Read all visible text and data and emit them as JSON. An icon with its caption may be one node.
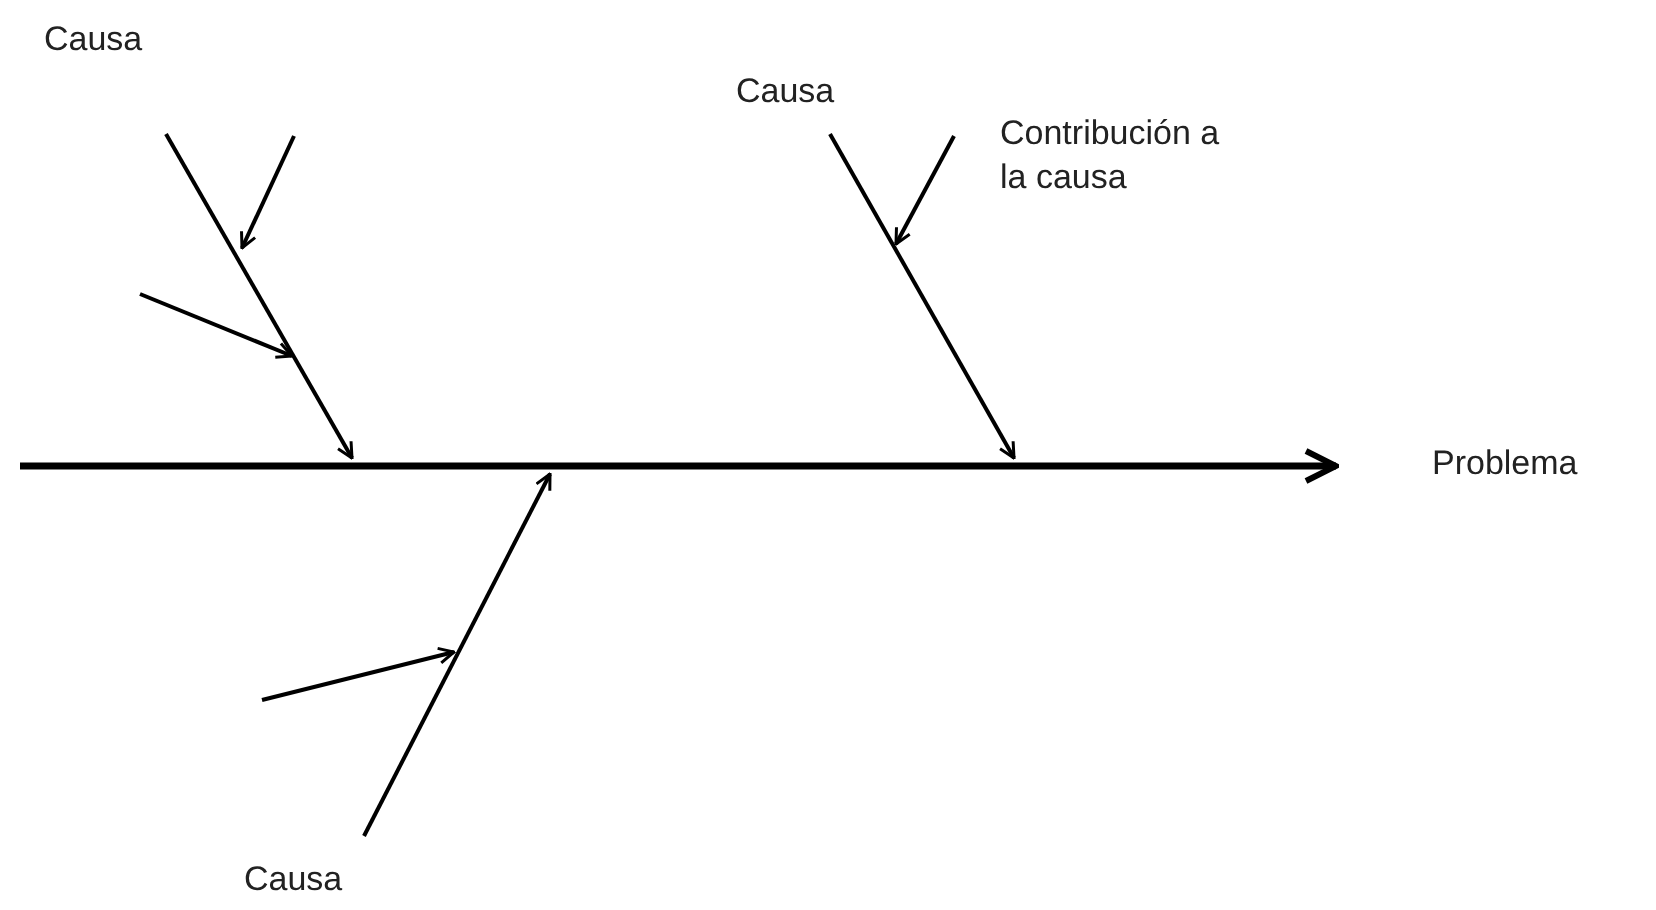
{
  "diagram": {
    "nodes": [
      {
        "text": [
          "Causa"
        ]
      },
      {
        "text": [
          "Causa"
        ]
      },
      {
        "text": [
          "Contribución a la causa"
        ]
      },
      {
        "text": [
          "Problema"
        ]
      },
      {
        "text": [
          "Causa"
        ]
      }
    ],
    "edges": [
      {
        "from": 0,
        "to": null,
        "arrow": "to"
      },
      {
        "from": 1,
        "to": null,
        "arrow": "to"
      },
      {
        "from": 2,
        "to": null,
        "arrow": "to"
      },
      {
        "from": 4,
        "to": null,
        "arrow": "to"
      },
      {
        "from": null,
        "to": 3,
        "arrow": "to"
      }
    ]
  }
}
